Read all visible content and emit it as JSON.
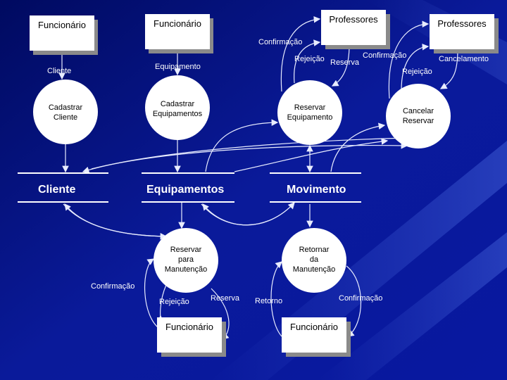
{
  "entities": {
    "funcionario_1": "Funcionário",
    "funcionario_2": "Funcionário",
    "professores_1": "Professores",
    "professores_2": "Professores",
    "funcionario_3": "Funcionário",
    "funcionario_4": "Funcionário"
  },
  "processes": {
    "cadastrar_cliente": [
      "Cadastrar",
      "Cliente"
    ],
    "cadastrar_equipamentos": [
      "Cadastrar",
      "Equipamentos"
    ],
    "reservar_equipamento": [
      "Reservar",
      "Equipamento"
    ],
    "cancelar_reservar": [
      "Cancelar",
      "Reservar"
    ],
    "reservar_manutencao": [
      "Reservar",
      "para",
      "Manutenção"
    ],
    "retornar_manutencao": [
      "Retornar",
      "da",
      "Manutenção"
    ]
  },
  "stores": {
    "cliente": "Cliente",
    "equipamentos": "Equipamentos",
    "movimento": "Movimento"
  },
  "flows": {
    "cliente": "Cliente",
    "equipamento": "Equipamento",
    "confirmacao_1": "Confirmação",
    "rejeicao_1": "Rejeição",
    "reserva_1": "Reserva",
    "confirmacao_2": "Confirmação",
    "rejeicao_2": "Rejeição",
    "cancelamento": "Cancelamento",
    "confirmacao_3": "Confirmação",
    "rejeicao_3": "Rejeição",
    "reserva_3": "Reserva",
    "retorno": "Retorno",
    "confirmacao_4": "Confirmação"
  }
}
